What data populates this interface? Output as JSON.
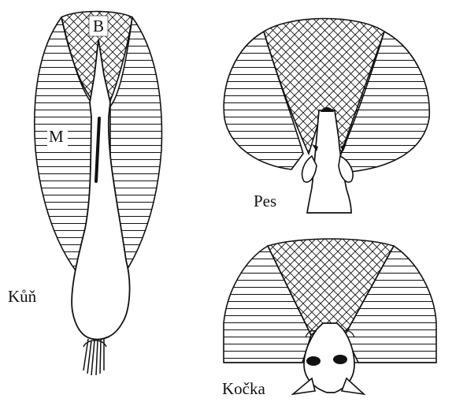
{
  "labels": {
    "horse": "Kůň",
    "dog": "Pes",
    "cat": "Kočka",
    "binocular_field": "B",
    "monocular_field": "M"
  },
  "colors": {
    "ink": "#111111",
    "paper": "#ffffff"
  }
}
